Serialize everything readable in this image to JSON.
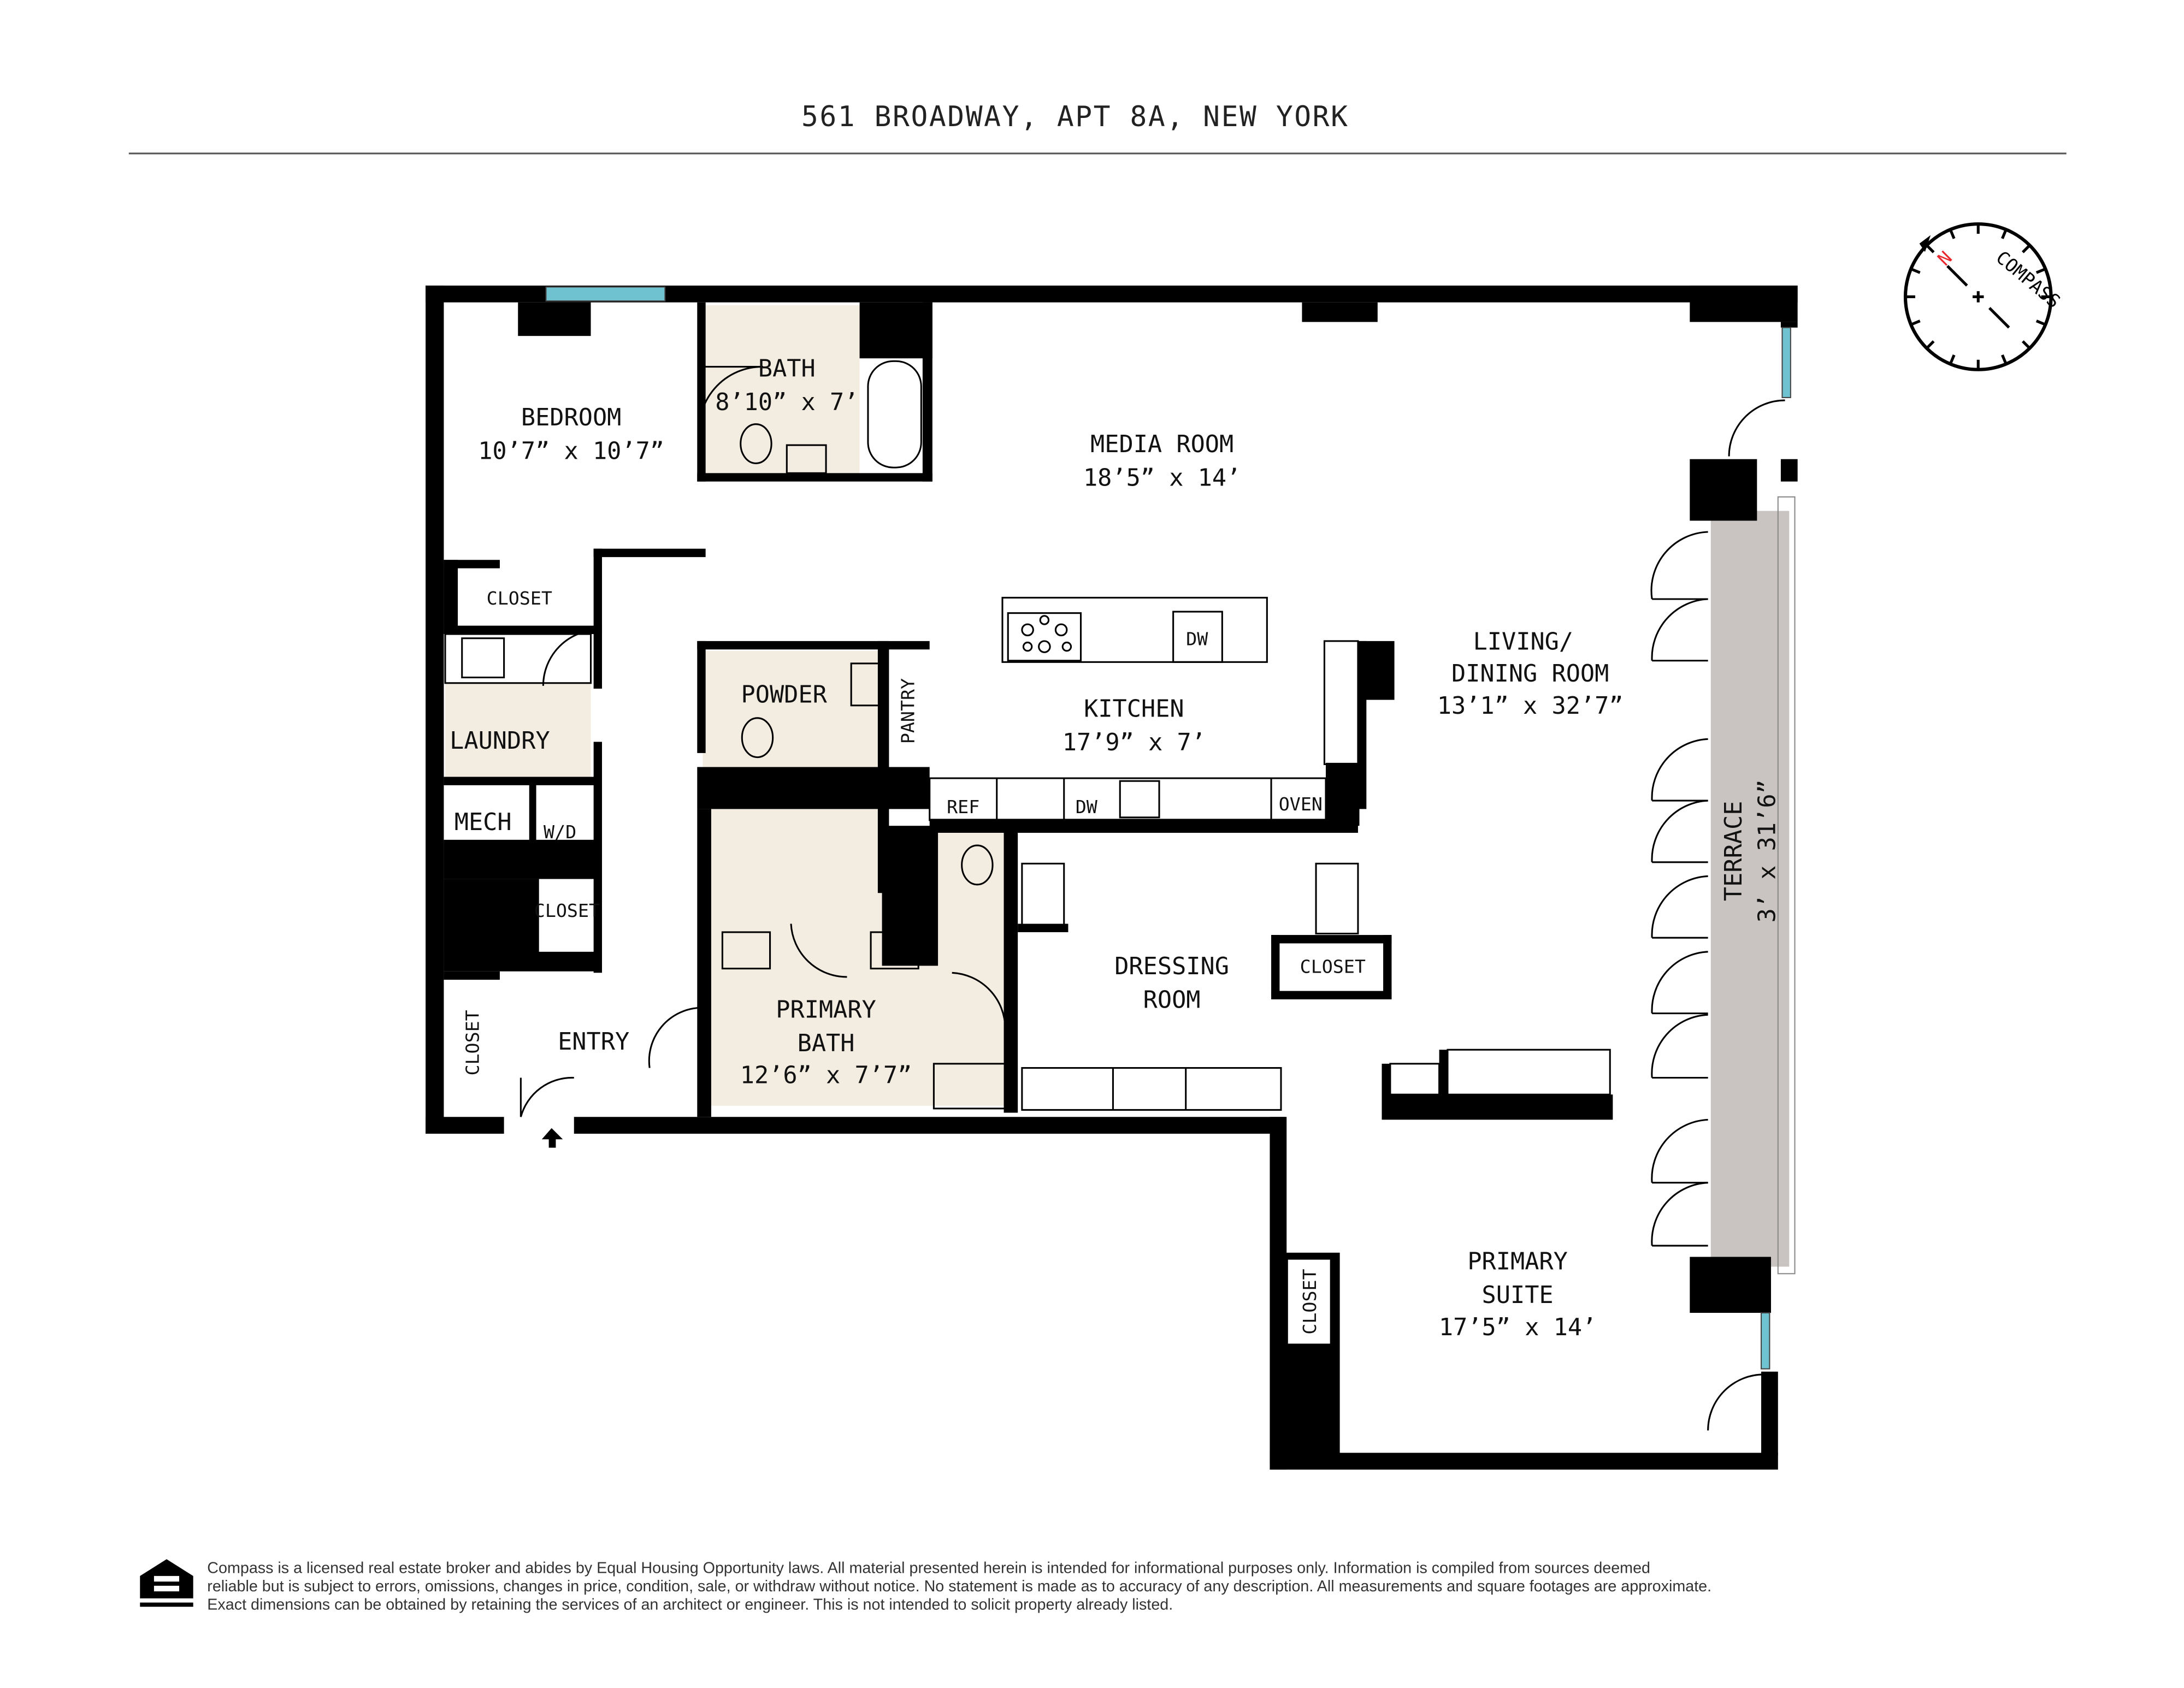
{
  "header": {
    "title": "561 BROADWAY, APT 8A, NEW YORK"
  },
  "compass": {
    "label": "COMPASS",
    "north": "N",
    "north_color": "#e8262b"
  },
  "colors": {
    "window": "#6fc3d1",
    "terrace": "#c9c4c1",
    "bath_tile": "#f3ece1",
    "wall": "#000000"
  },
  "rooms": {
    "bedroom": {
      "name": "BEDROOM",
      "size": "10’7” x 10’7”"
    },
    "bath": {
      "name": "BATH",
      "size": "8’10” x 7’"
    },
    "media_room": {
      "name": "MEDIA ROOM",
      "size": "18’5” x 14’"
    },
    "bedroom_closet": {
      "name": "CLOSET"
    },
    "laundry": {
      "name": "LAUNDRY"
    },
    "mech": {
      "name": "MECH"
    },
    "wd": {
      "name": "W/D"
    },
    "hall_closet": {
      "name": "CLOSET"
    },
    "entry_closet": {
      "name": "CLOSET"
    },
    "entry": {
      "name": "ENTRY"
    },
    "powder": {
      "name": "POWDER"
    },
    "pantry": {
      "name": "PANTRY"
    },
    "kitchen": {
      "name": "KITCHEN",
      "size": "17’9” x 7’"
    },
    "kitchen_labels": {
      "dw_island": "DW",
      "ref": "REF",
      "dw": "DW",
      "oven": "OVEN"
    },
    "living": {
      "name_line1": "LIVING/",
      "name_line2": "DINING ROOM",
      "size": "13’1” x 32’7”"
    },
    "terrace": {
      "name": "TERRACE",
      "size": "3’ x 31’6”"
    },
    "dressing": {
      "name_line1": "DRESSING",
      "name_line2": "ROOM"
    },
    "dressing_closet": {
      "name": "CLOSET"
    },
    "primary_bath": {
      "name_line1": "PRIMARY",
      "name_line2": "BATH",
      "size": "12’6” x 7’7”"
    },
    "primary_suite": {
      "name_line1": "PRIMARY",
      "name_line2": "SUITE",
      "size": "17’5” x 14’"
    },
    "suite_closet": {
      "name": "CLOSET"
    }
  },
  "footer": {
    "logo_text": "EQUAL HOUSING OPPORTUNITY",
    "disclaimer_line1": "Compass is a licensed real estate broker and abides by Equal Housing Opportunity laws. All material presented herein is intended for informational purposes only. Information is compiled from sources deemed",
    "disclaimer_line2": "reliable but is subject to errors, omissions, changes in price, condition, sale, or withdraw without notice. No statement is made as to accuracy of any description. All measurements and square footages are approximate.",
    "disclaimer_line3": "Exact dimensions can be obtained by retaining the services of an architect or engineer. This is not intended to solicit property already listed."
  }
}
